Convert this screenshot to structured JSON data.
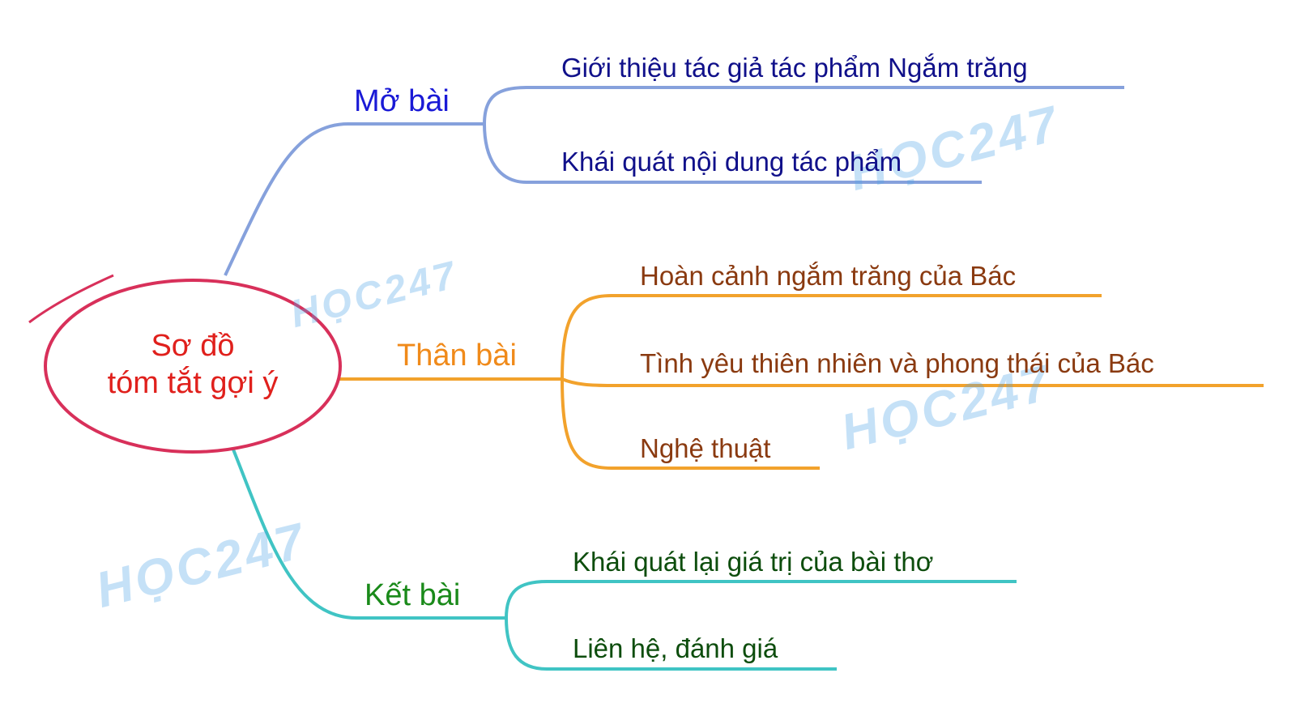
{
  "center": {
    "line1": "Sơ đồ",
    "line2": "tóm tắt gợi ý",
    "color": "#e0201c"
  },
  "branches": [
    {
      "label": "Mở bài",
      "text_color": "#1a1ad6",
      "line_color": "#86a1dc",
      "leaf_color": "#10108a",
      "leaves": [
        "Giới thiệu tác giả tác phẩm Ngắm trăng",
        "Khái quát nội dung tác phẩm"
      ]
    },
    {
      "label": "Thân bài",
      "text_color": "#f08a1a",
      "line_color": "#f2a22c",
      "leaf_color": "#8a3a10",
      "leaves": [
        "Hoàn cảnh ngắm trăng của Bác",
        "Tình yêu thiên nhiên và phong thái của Bác",
        "Nghệ thuật"
      ]
    },
    {
      "label": "Kết bài",
      "text_color": "#1a8a1a",
      "line_color": "#40c4c4",
      "leaf_color": "#0d4d0d",
      "leaves": [
        "Khái quát lại giá trị của bài thơ",
        "Liên hệ, đánh giá"
      ]
    }
  ],
  "watermark": {
    "text": "HỌC247",
    "color": "#50a5e6"
  }
}
